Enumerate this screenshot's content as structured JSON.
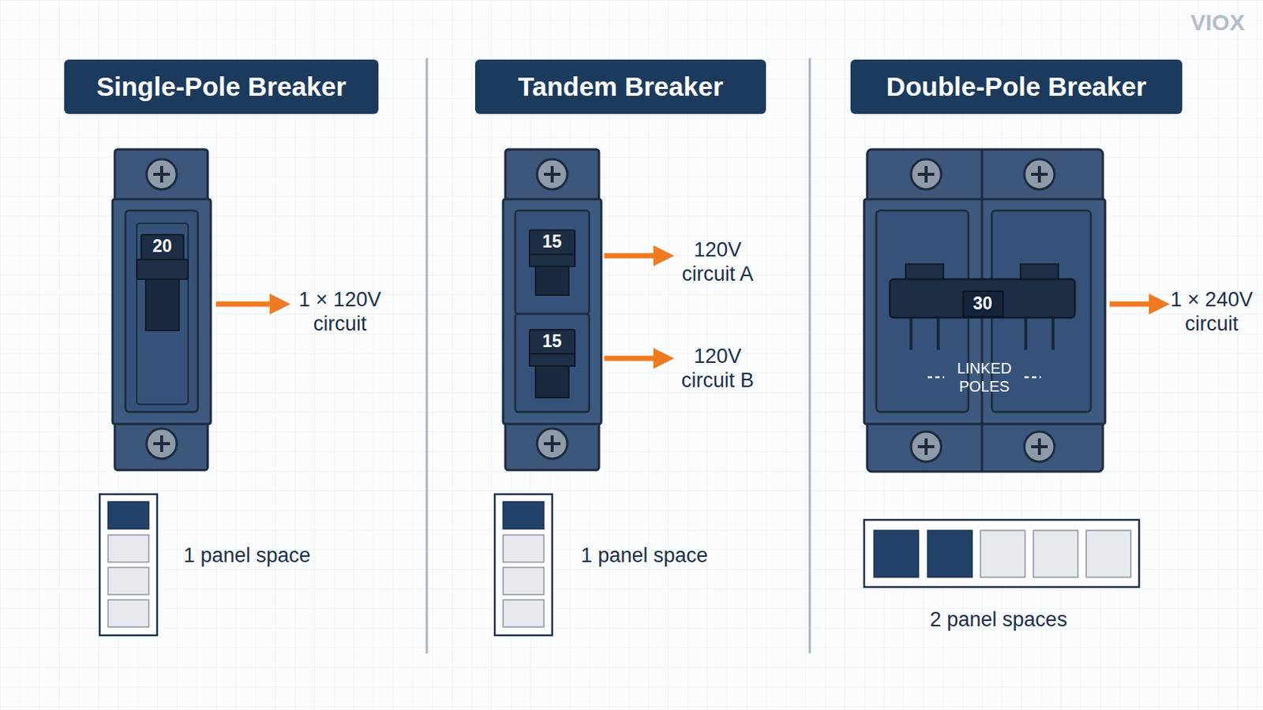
{
  "diagram": {
    "nodes": [
      {
        "text": [
          "Single-Pole Breaker"
        ]
      },
      {
        "text": [
          "Tandem Breaker"
        ]
      },
      {
        "text": [
          "Double-Pole Breaker"
        ]
      }
    ],
    "labels": [
      "VIOX",
      "20",
      "1 × 120V circuit",
      "1 panel space",
      "15",
      "15",
      "120V circuit A",
      "120V circuit B",
      "1 panel space",
      "30",
      "LINKED POLES",
      "1 × 240V circuit",
      "2 panel spaces"
    ]
  }
}
